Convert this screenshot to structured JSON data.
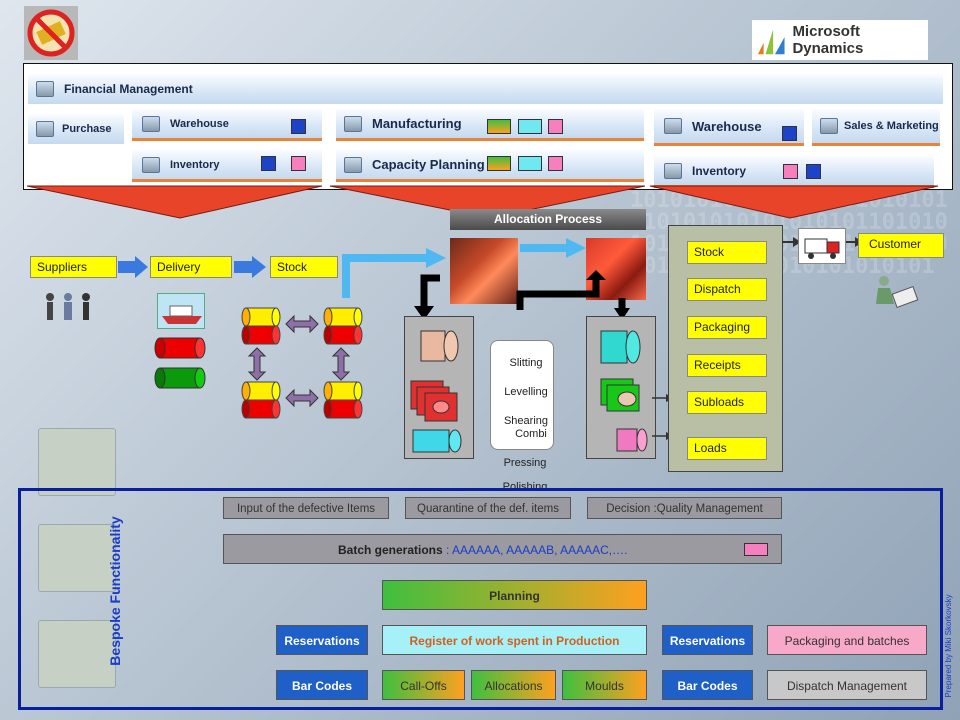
{
  "top": {
    "logo_brand": "Microsoft Dynamics",
    "no_sign_text": "NO"
  },
  "modules": {
    "financial": "Financial Management",
    "purchase": "Purchase",
    "warehouse1": "Warehouse",
    "inventory1": "Inventory",
    "manufacturing": "Manufacturing",
    "capacity": "Capacity Planning",
    "warehouse2": "Warehouse",
    "sales": "Sales & Marketing",
    "inventory2": "Inventory"
  },
  "flow": {
    "suppliers": "Suppliers",
    "delivery": "Delivery",
    "stock": "Stock",
    "allocation_title": "Allocation Process",
    "customer": "Customer"
  },
  "process_list": [
    "Slitting",
    "Levelling",
    "Shearing",
    "Combi",
    "Pressing",
    "Polishing"
  ],
  "dispatch_panel": [
    "Stock",
    "Dispatch",
    "Packaging",
    "Receipts",
    "Subloads",
    "Loads"
  ],
  "bespoke": {
    "title": "Bespoke Functionality",
    "input_defective": "Input of the defective Items",
    "quarantine": "Quarantine of the def. items",
    "decision": "Decision :Quality Management",
    "batch_label": "Batch generations",
    "batch_codes": " : AAAAAA, AAAAAB, AAAAAC,….",
    "planning": "Planning",
    "reservations_left": "Reservations",
    "register_work": "Register of work spent in Production",
    "reservations_right": "Reservations",
    "packaging_batches": "Packaging and  batches",
    "barcodes_left": "Bar Codes",
    "calloffs": "Call-Offs",
    "allocations": "Allocations",
    "moulds": "Moulds",
    "barcodes_right": "Bar Codes",
    "dispatch_mgmt": "Dispatch Management",
    "prepared_by": "Prepared by Miki Skorkovsky"
  },
  "colors": {
    "yellow": "#ffff00",
    "blue_button": "#1f5fc8",
    "navy_border": "#0a1fa0",
    "funnel_red": "#e8442a",
    "pink": "#f77fbe",
    "cyan": "#5fe6f0"
  }
}
